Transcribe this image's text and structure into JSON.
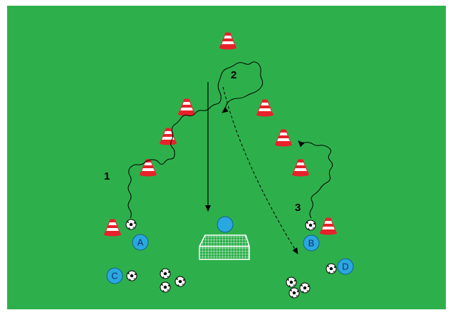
{
  "colors": {
    "pitch": "#2db04b",
    "background": "#ffffff",
    "cone_red": "#e8212b",
    "cone_white": "#ffffff",
    "player": "#29a8e0",
    "player_outline": "#1a5f8a",
    "line": "#000000",
    "goal": "#ffffff"
  },
  "steps": [
    "1",
    "2",
    "3"
  ],
  "players": [
    "A",
    "B",
    "C",
    "D"
  ],
  "legend_icons": [
    "cone-icon",
    "ball-icon",
    "goal-icon",
    "player-icon"
  ]
}
